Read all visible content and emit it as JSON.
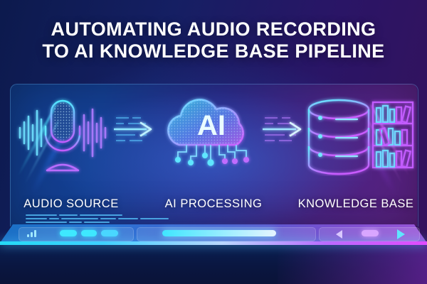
{
  "title": {
    "line1": "AUTOMATING AUDIO RECORDING",
    "line2": "TO AI KNOWLEDGE BASE PIPELINE"
  },
  "pipeline": {
    "stages": [
      {
        "label": "AUDIO SOURCE",
        "icon": "microphone-icon"
      },
      {
        "label": "AI PROCESSING",
        "icon": "ai-cloud-icon",
        "badge": "AI"
      },
      {
        "label": "KNOWLEDGE BASE",
        "icon": "database-bookshelf-icon"
      }
    ],
    "connectors": [
      {
        "name": "arrow-audio-to-ai",
        "icon": "arrow-right-icon"
      },
      {
        "name": "arrow-ai-to-knowledge",
        "icon": "arrow-right-icon"
      }
    ]
  },
  "device": {
    "toolbar_left": {
      "signal_icon": "signal-bars-icon",
      "buttons": [
        "button-1",
        "button-2",
        "button-3"
      ]
    },
    "toolbar_center": {
      "progress": "progress-bar"
    },
    "toolbar_right": {
      "prev_icon": "triangle-left-icon",
      "indicator": "indicator-pill",
      "play_icon": "triangle-right-icon"
    }
  },
  "colors": {
    "cyan": "#3fe0ff",
    "magenta": "#e24bff",
    "violet": "#8a5cff",
    "bg_navy": "#0c1a4d",
    "bg_purple": "#35125c",
    "text": "#ffffff"
  }
}
